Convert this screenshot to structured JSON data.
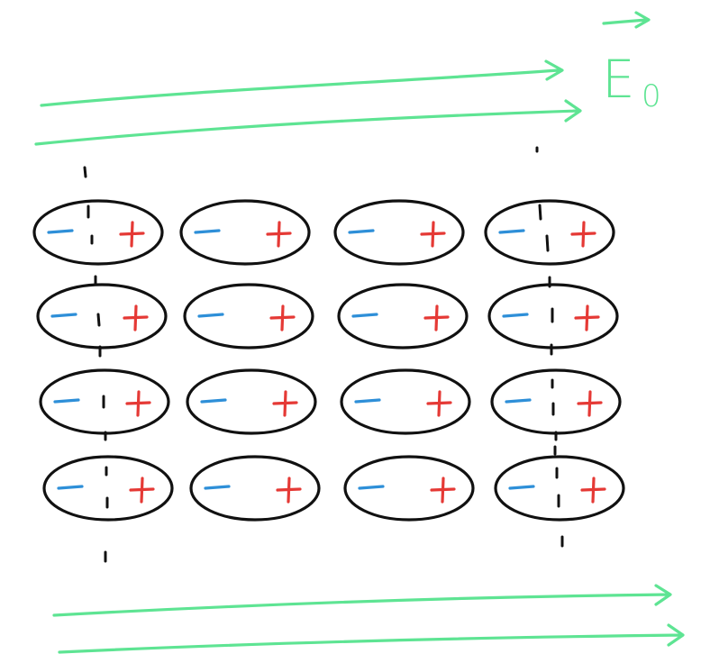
{
  "field_label": {
    "symbol": "E",
    "subscript": "0"
  },
  "dipole_grid": {
    "rows": 4,
    "columns": 4,
    "negative_symbol": "−",
    "positive_symbol": "+"
  },
  "colors": {
    "field_line": "#5ee493",
    "negative_charge": "#2e8fd8",
    "positive_charge": "#e53935",
    "outline": "#111111",
    "background": "#ffffff"
  }
}
